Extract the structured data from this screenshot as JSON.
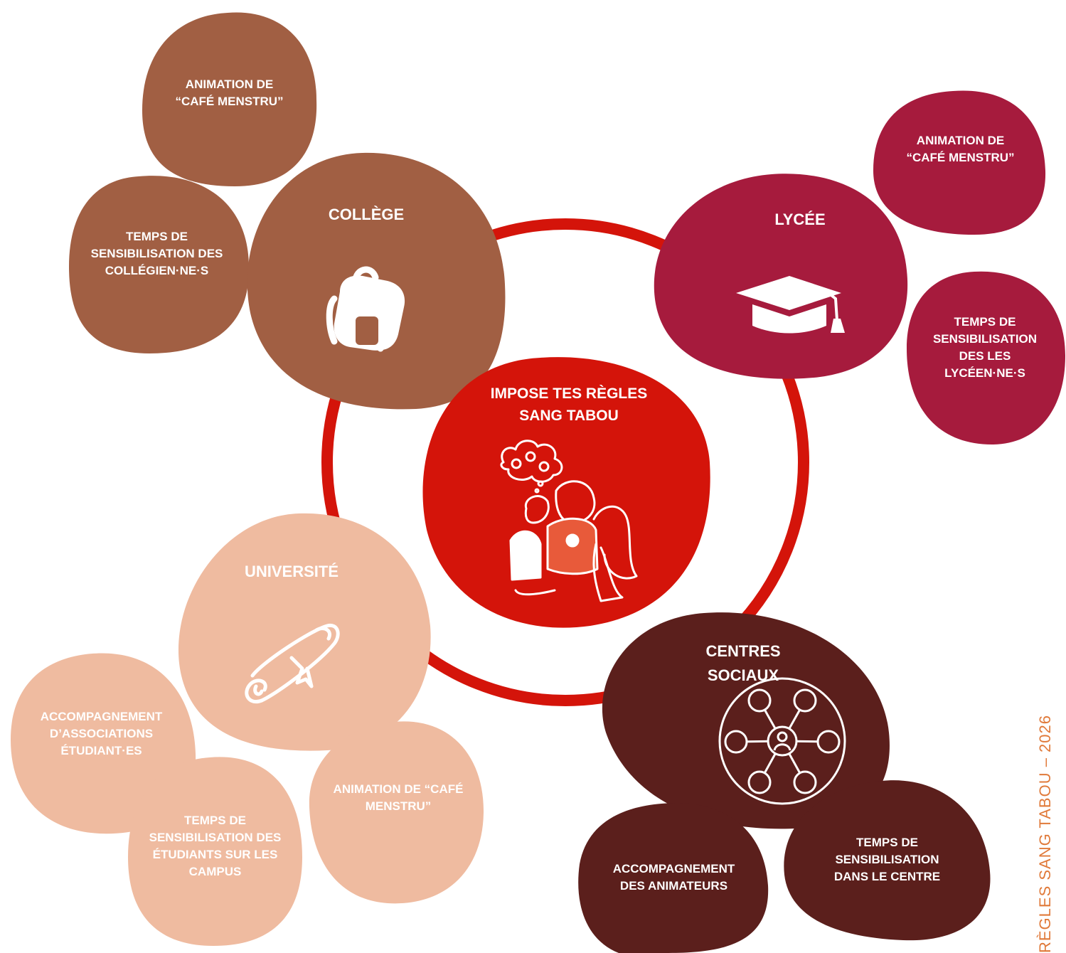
{
  "colors": {
    "red": "#d4140a",
    "college": "#a15f43",
    "lycee": "#a61b3d",
    "universite": "#efbba0",
    "centres": "#5b1f1c",
    "footer": "#e07a3a"
  },
  "center": {
    "title": "IMPOSE TES RÈGLES\nSANG TABOU",
    "icon": "people-conversation-icon"
  },
  "college": {
    "title": "COLLÈGE",
    "icon": "backpack-icon",
    "items": [
      "ANIMATION DE\n“CAFÉ MENSTRU”",
      "TEMPS DE\nSENSIBILISATION DES\nCOLLÉGIEN·NE·S"
    ]
  },
  "lycee": {
    "title": "LYCÉE",
    "icon": "graduation-cap-icon",
    "items": [
      "ANIMATION DE\n“CAFÉ MENSTRU”",
      "TEMPS DE\nSENSIBILISATION\nDES LES\nLYCÉEN·NE·S"
    ]
  },
  "universite": {
    "title": "UNIVERSITÉ",
    "icon": "diploma-scroll-icon",
    "items": [
      "ACCOMPAGNEMENT\nD’ASSOCIATIONS\nÉTUDIANT·ES",
      "TEMPS DE\nSENSIBILISATION DES\nÉTUDIANTS SUR LES\nCAMPUS",
      "ANIMATION DE “CAFÉ\nMENSTRU”"
    ]
  },
  "centres": {
    "title": "CENTRES\nSOCIAUX",
    "icon": "network-people-icon",
    "items": [
      "ACCOMPAGNEMENT\nDES ANIMATEURS",
      "TEMPS DE\nSENSIBILISATION\nDANS LE CENTRE"
    ]
  },
  "footer": "RÈGLES SANG TABOU – 2026"
}
